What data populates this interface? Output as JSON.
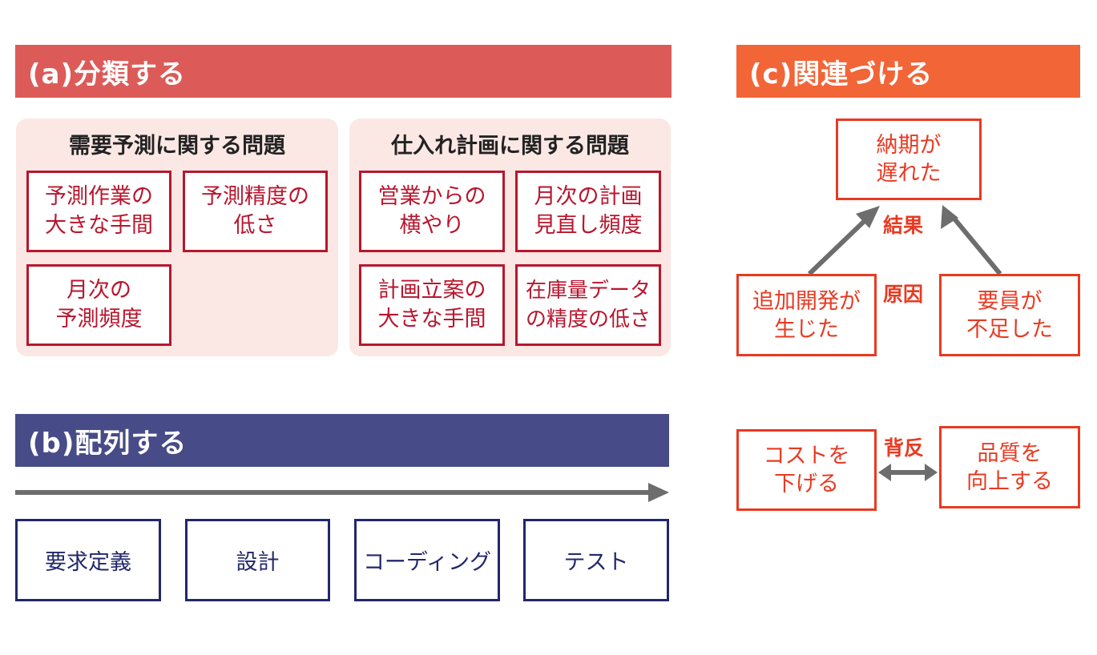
{
  "colors": {
    "section_a": "#dc5b59",
    "section_b": "#474b88",
    "section_c": "#f26537",
    "group_bg": "#fbe8e4",
    "box_a_border": "#b8162e",
    "box_b_border": "#22276b",
    "box_c_border": "#e83a22",
    "arrow": "#6d6d6d"
  },
  "section_a": {
    "title": "(a)分類する",
    "groups": [
      {
        "title": "需要予測に関する問題",
        "items": [
          "予測作業の\n大きな手間",
          "予測精度の\n低さ",
          "月次の\n予測頻度"
        ]
      },
      {
        "title": "仕入れ計画に関する問題",
        "items": [
          "営業からの\n横やり",
          "月次の計画\n見直し頻度",
          "計画立案の\n大きな手間",
          "在庫量データ\nの精度の低さ"
        ]
      }
    ]
  },
  "section_b": {
    "title": "(b)配列する",
    "steps": [
      "要求定義",
      "設計",
      "コーディング",
      "テスト"
    ]
  },
  "section_c": {
    "title": "(c)関連づける",
    "result_box": "納期が\n遅れた",
    "result_label": "結果",
    "cause_label": "原因",
    "cause_left": "追加開発が\n生じた",
    "cause_right": "要員が\n不足した",
    "conflict_left": "コストを\n下げる",
    "conflict_label": "背反",
    "conflict_right": "品質を\n向上する"
  }
}
